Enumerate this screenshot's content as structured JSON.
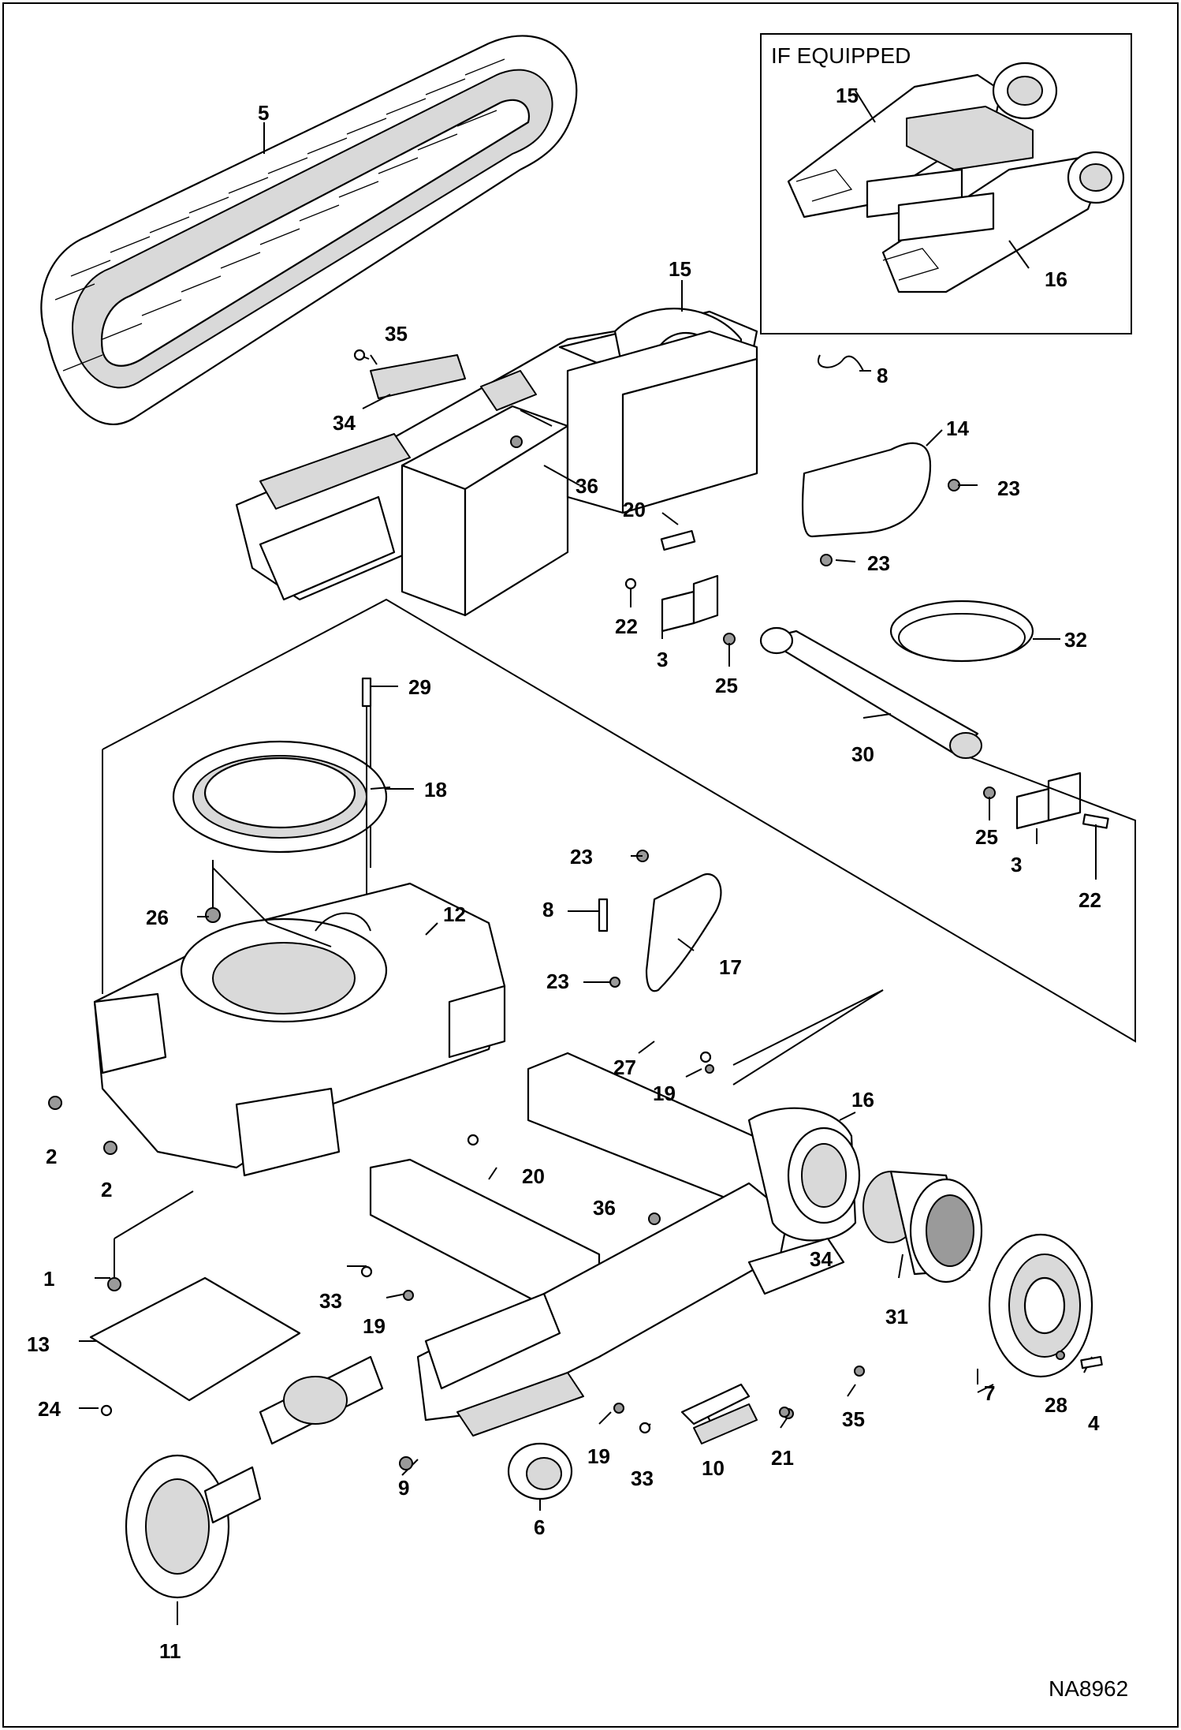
{
  "inset": {
    "title": "IF EQUIPPED"
  },
  "drawing_id": "NA8962",
  "callouts": [
    {
      "id": "c5",
      "text": "5"
    },
    {
      "id": "c15a",
      "text": "15"
    },
    {
      "id": "c16a",
      "text": "16"
    },
    {
      "id": "c15",
      "text": "15"
    },
    {
      "id": "c35a",
      "text": "35"
    },
    {
      "id": "c34a",
      "text": "34"
    },
    {
      "id": "c36a",
      "text": "36"
    },
    {
      "id": "c20a",
      "text": "20"
    },
    {
      "id": "c8a",
      "text": "8"
    },
    {
      "id": "c14",
      "text": "14"
    },
    {
      "id": "c23a",
      "text": "23"
    },
    {
      "id": "c23b",
      "text": "23"
    },
    {
      "id": "c22a",
      "text": "22"
    },
    {
      "id": "c3a",
      "text": "3"
    },
    {
      "id": "c25a",
      "text": "25"
    },
    {
      "id": "c32",
      "text": "32"
    },
    {
      "id": "c29",
      "text": "29"
    },
    {
      "id": "c18",
      "text": "18"
    },
    {
      "id": "c30",
      "text": "30"
    },
    {
      "id": "c25b",
      "text": "25"
    },
    {
      "id": "c3b",
      "text": "3"
    },
    {
      "id": "c22b",
      "text": "22"
    },
    {
      "id": "c23c",
      "text": "23"
    },
    {
      "id": "c8b",
      "text": "8"
    },
    {
      "id": "c26",
      "text": "26"
    },
    {
      "id": "c12",
      "text": "12"
    },
    {
      "id": "c17",
      "text": "17"
    },
    {
      "id": "c23d",
      "text": "23"
    },
    {
      "id": "c27",
      "text": "27"
    },
    {
      "id": "c19a",
      "text": "19"
    },
    {
      "id": "c16",
      "text": "16"
    },
    {
      "id": "c2a",
      "text": "2"
    },
    {
      "id": "c2b",
      "text": "2"
    },
    {
      "id": "c20b",
      "text": "20"
    },
    {
      "id": "c36b",
      "text": "36"
    },
    {
      "id": "c34b",
      "text": "34"
    },
    {
      "id": "c1",
      "text": "1"
    },
    {
      "id": "c33a",
      "text": "33"
    },
    {
      "id": "c19b",
      "text": "19"
    },
    {
      "id": "c13",
      "text": "13"
    },
    {
      "id": "c31",
      "text": "31"
    },
    {
      "id": "c24",
      "text": "24"
    },
    {
      "id": "c7",
      "text": "7"
    },
    {
      "id": "c28",
      "text": "28"
    },
    {
      "id": "c4",
      "text": "4"
    },
    {
      "id": "c35b",
      "text": "35"
    },
    {
      "id": "c21",
      "text": "21"
    },
    {
      "id": "c19c",
      "text": "19"
    },
    {
      "id": "c33b",
      "text": "33"
    },
    {
      "id": "c10",
      "text": "10"
    },
    {
      "id": "c9",
      "text": "9"
    },
    {
      "id": "c6",
      "text": "6"
    },
    {
      "id": "c11",
      "text": "11"
    }
  ]
}
